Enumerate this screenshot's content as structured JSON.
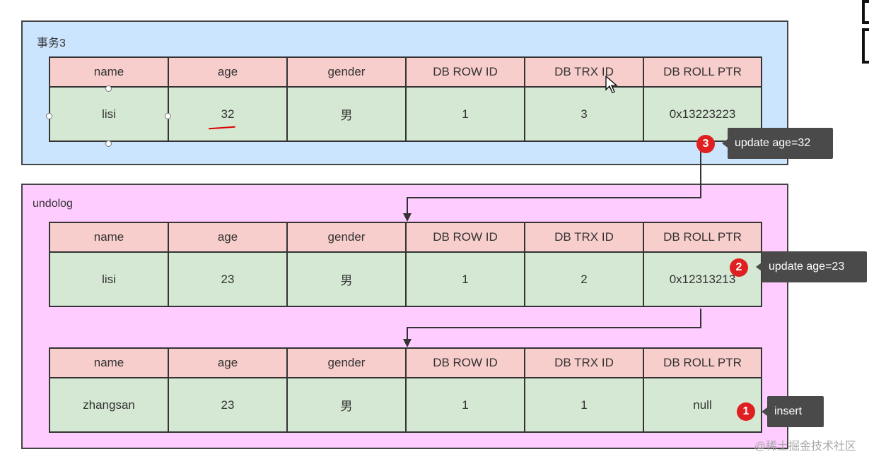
{
  "headers": [
    "name",
    "age",
    "gender",
    "DB ROW ID",
    "DB TRX ID",
    "DB ROLL PTR"
  ],
  "transaction_panel": {
    "title": "事务3",
    "row": [
      "lisi",
      "32",
      "男",
      "1",
      "3",
      "0x13223223"
    ]
  },
  "undolog_panel": {
    "title": "undolog",
    "rows": [
      [
        "lisi",
        "23",
        "男",
        "1",
        "2",
        "0x12313213"
      ],
      [
        "zhangsan",
        "23",
        "男",
        "1",
        "1",
        "null"
      ]
    ]
  },
  "steps": [
    {
      "number": "3",
      "label": "update age=32"
    },
    {
      "number": "2",
      "label": "update age=23"
    },
    {
      "number": "1",
      "label": "insert"
    }
  ],
  "watermark": "@稀土掘金技术社区",
  "colors": {
    "transaction_bg": "#cce5ff",
    "undolog_bg": "#ffccff",
    "header_bg": "#f8cecc",
    "row_bg": "#d5e8d4",
    "badge": "#e02020",
    "tooltip": "#4a4a4a"
  }
}
